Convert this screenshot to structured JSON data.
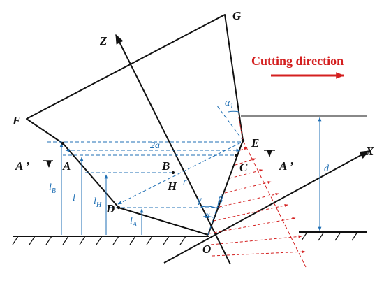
{
  "title": "Cutting direction",
  "points": {
    "G": "G",
    "Z": "Z",
    "F": "F",
    "A_section": "A ’",
    "A_section_right": "A ’",
    "A": "A",
    "B": "B",
    "C": "C",
    "E": "E",
    "H": "H",
    "D": "D",
    "O": "O",
    "X": "X"
  },
  "dims": {
    "two_a": "2a",
    "d": "d",
    "l": "l",
    "lB": "l",
    "lB_sub": "B",
    "lH": "l",
    "lH_sub": "H",
    "lA": "l",
    "lA_sub": "A",
    "r": "r",
    "alpha1": "α",
    "alpha1_sub": "1",
    "gamma": "γ",
    "beta": "β",
    "alpha": "α"
  },
  "colors": {
    "ink": "#111111",
    "blue": "#1f6fb4",
    "red": "#d42020"
  }
}
